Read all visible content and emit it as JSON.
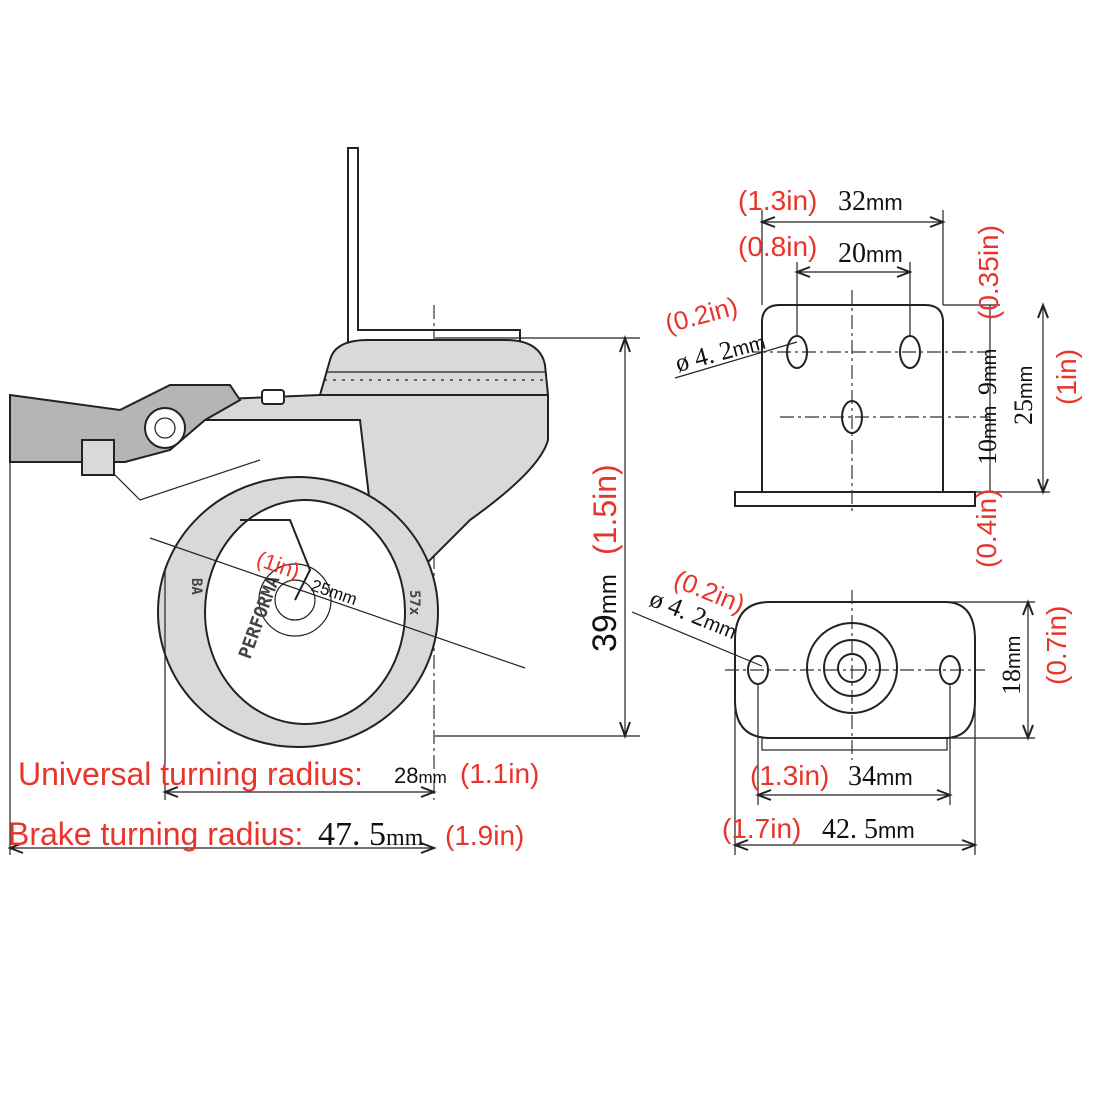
{
  "colors": {
    "label_red": "#e8342b",
    "line": "#222222",
    "background": "#ffffff"
  },
  "side_view": {
    "wheel_radius": {
      "imperial": "(1in)",
      "metric": "25mm"
    },
    "height": {
      "value": "39",
      "unit": "mm",
      "imperial": "(1.5in)"
    },
    "universal_turning_radius": {
      "label": "Universal turning radius:",
      "value": "28",
      "unit": "mm",
      "imperial": "(1.1in)"
    },
    "brake_turning_radius": {
      "label": "Brake turning radius:",
      "value": "47. 5",
      "unit": "mm",
      "imperial": "(1.9in)"
    },
    "tire_text": [
      "PERFORMA",
      "57x",
      "BA"
    ]
  },
  "front_view": {
    "outer_width": {
      "imperial": "(1.3in)",
      "value": "32",
      "unit": "mm"
    },
    "hole_spacing": {
      "imperial": "(0.8in)",
      "value": "20",
      "unit": "mm"
    },
    "hole_diameter": {
      "imperial": "(0.2in)",
      "value": "ø 4. 2",
      "unit": "mm"
    },
    "top_hole_offset": {
      "imperial": "(0.35in)",
      "value": "9",
      "unit": "mm"
    },
    "center_hole_offset": {
      "imperial": "(0.4in)",
      "value": "10",
      "unit": "mm"
    },
    "height": {
      "imperial": "(1in)",
      "value": "25",
      "unit": "mm"
    }
  },
  "base_view": {
    "hole_diameter": {
      "imperial": "(0.2in)",
      "value": "ø 4. 2",
      "unit": "mm"
    },
    "depth": {
      "imperial": "(0.7in)",
      "value": "18",
      "unit": "mm"
    },
    "hole_spacing": {
      "imperial": "(1.3in)",
      "value": "34",
      "unit": "mm"
    },
    "overall_length": {
      "imperial": "(1.7in)",
      "value": "42. 5",
      "unit": "mm"
    }
  }
}
